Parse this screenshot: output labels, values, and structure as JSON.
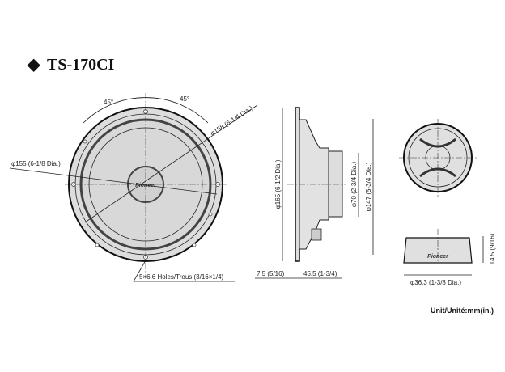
{
  "title": "TS-170CI",
  "title_marker": "◆",
  "front_view": {
    "angle_left": "45°",
    "angle_right": "45°",
    "dia_158": "φ158 (6-1/4 Dia.)",
    "dia_155": "φ155 (6-1/8 Dia.)",
    "holes": "5×6.6 Holes/Trous (3/16×1/4)",
    "logo": "Pioneer"
  },
  "side_view": {
    "dia_165": "φ165 (6-1/2 Dia.)",
    "dia_70": "φ70 (2-3/4 Dia.)",
    "dia_147": "φ147 (5-3/4 Dia.)",
    "depth_flange": "7.5 (5/16)",
    "depth_mount": "45.5 (1-3/4)"
  },
  "tweeter": {
    "height": "14.5 (9/16)",
    "diameter": "φ36.3 (1-3/8 Dia.)",
    "logo": "Pioneer"
  },
  "unit": "Unit/Unité:mm(in.)"
}
